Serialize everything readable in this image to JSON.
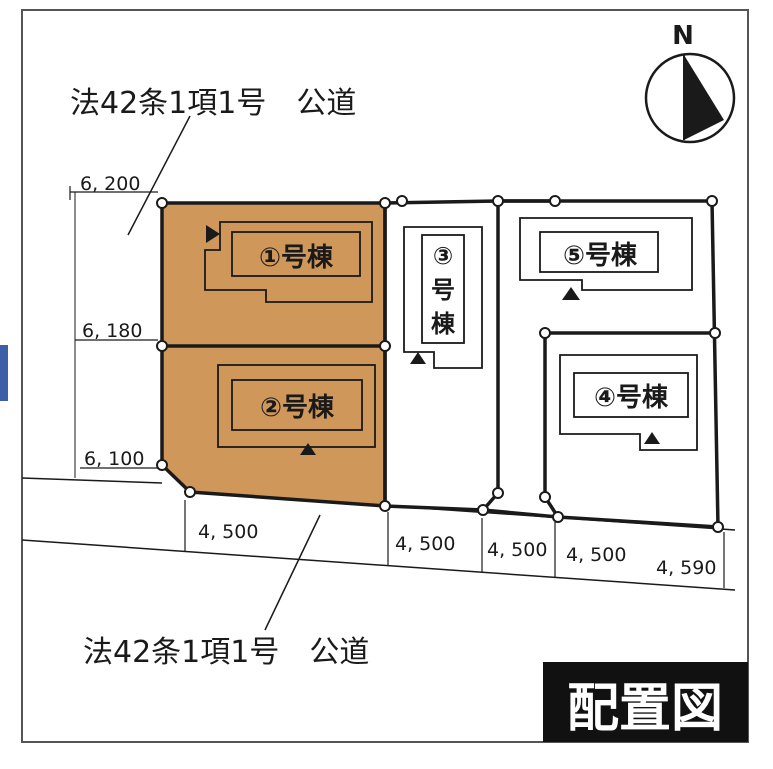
{
  "road_label_top": "法42条1項1号　公道",
  "road_label_bottom": "法42条1項1号　公道",
  "compass": {
    "letter": "N"
  },
  "legend_title": "配置図",
  "buildings": {
    "b1": "①号棟",
    "b2": "②号棟",
    "b3": [
      "③",
      "号",
      "棟"
    ],
    "b4": "④号棟",
    "b5": "⑤号棟"
  },
  "dimensions": {
    "road_west_1": "6, 200",
    "road_west_2": "6, 180",
    "road_west_3": "6, 100",
    "frontage_1": "4, 500",
    "frontage_2": "4, 500",
    "frontage_3": "4, 500",
    "frontage_4": "4, 500",
    "frontage_5": "4, 590"
  },
  "colors": {
    "highlight_lot": "#d0975a",
    "line": "#1a1a1a",
    "accent_bar": "#3d5fa8",
    "legend_bg": "#111111",
    "legend_text": "#ffffff"
  }
}
